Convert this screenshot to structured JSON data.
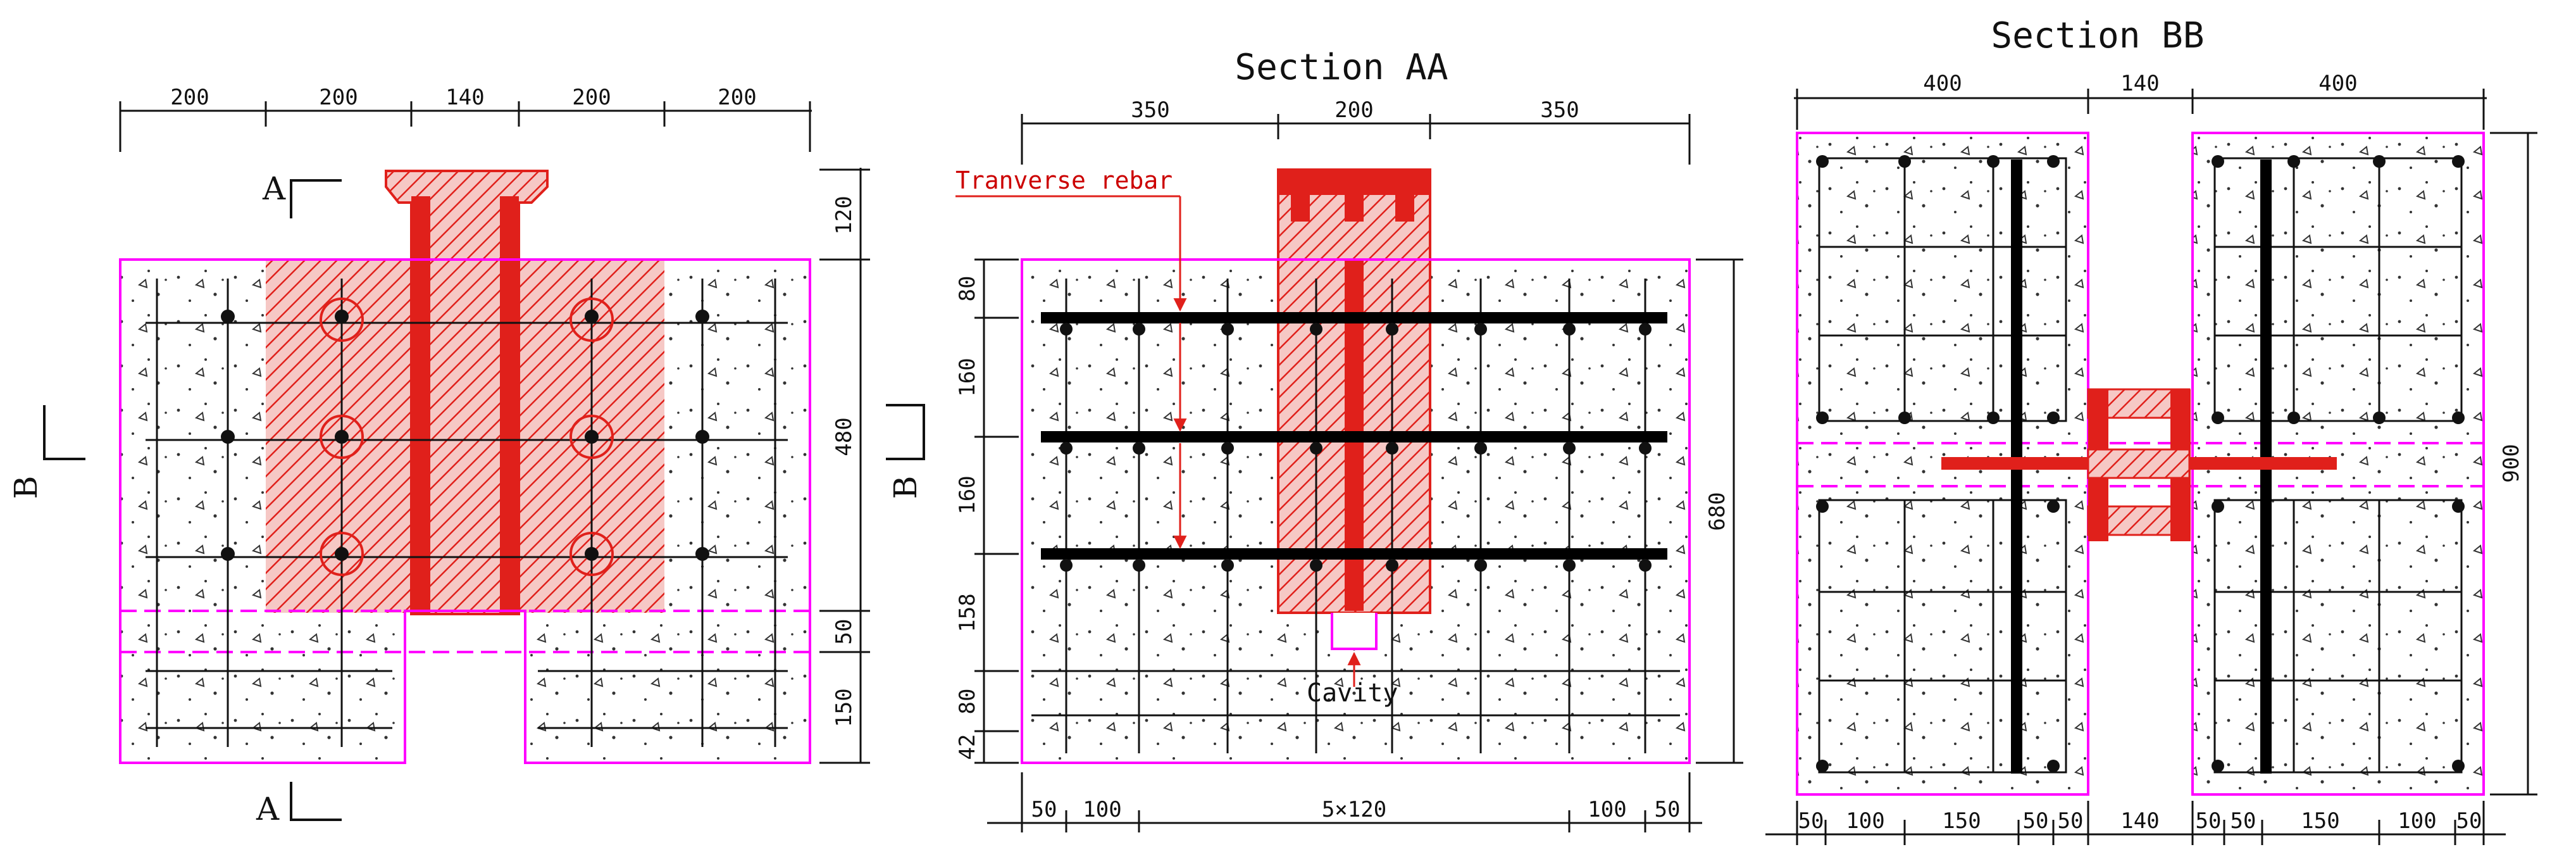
{
  "titles": {
    "section_aa": "Section AA",
    "section_bb": "Section BB"
  },
  "plan": {
    "top_dims": [
      "200",
      "200",
      "140",
      "200",
      "200"
    ],
    "right_dims": [
      "120",
      "480",
      "50",
      "150"
    ],
    "cut_a_top": "A",
    "cut_a_bottom": "A",
    "cut_b": "B"
  },
  "section_aa": {
    "top_dims": [
      "350",
      "200",
      "350"
    ],
    "left_dims": [
      "80",
      "160",
      "160",
      "158",
      "80",
      "42"
    ],
    "right_dim": "680",
    "bottom_dims": [
      "50",
      "100",
      "5×120",
      "100",
      "50"
    ],
    "label_rebar": "Tranverse rebar",
    "label_cavity": "Cavity",
    "cut_b": "B"
  },
  "section_bb": {
    "top_dims": [
      "400",
      "140",
      "400"
    ],
    "right_dim": "900",
    "bottom_dims": [
      "50",
      "100",
      "150",
      "50",
      "50",
      "140",
      "50",
      "50",
      "150",
      "100",
      "50"
    ]
  },
  "colors": {
    "line": "#111111",
    "outline": "#ff00ff",
    "hatch": "#e0201b",
    "dashed": "#ff00ff"
  }
}
